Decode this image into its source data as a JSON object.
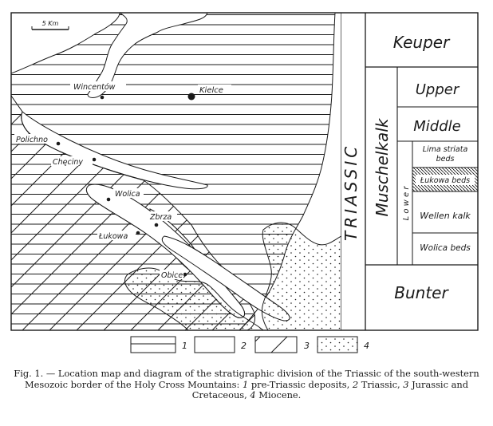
{
  "map": {
    "scale_bar": "5 Km",
    "localities": [
      {
        "name": "Kielce"
      },
      {
        "name": "Wincentów"
      },
      {
        "name": "Polichno"
      },
      {
        "name": "Chęciny"
      },
      {
        "name": "Wolica"
      },
      {
        "name": "Zbrza"
      },
      {
        "name": "Łukowa"
      },
      {
        "name": "Obice"
      }
    ]
  },
  "stratigraphy": {
    "system": "TRIASSIC",
    "units": [
      {
        "name": "Keuper"
      },
      {
        "name": "Muschelkalk",
        "subunits": [
          {
            "name": "Upper"
          },
          {
            "name": "Middle"
          },
          {
            "name": "Lower",
            "display": "L o w e r",
            "beds": [
              {
                "name": "Lima striata beds",
                "line1": "Lima striata",
                "line2": "beds"
              },
              {
                "name": "Łukowa beds"
              },
              {
                "name": "Wellenkalk",
                "display": "Wellen kalk"
              },
              {
                "name": "Wolica beds"
              }
            ]
          }
        ]
      },
      {
        "name": "Bunter"
      }
    ]
  },
  "legend": {
    "items": [
      {
        "num": "1",
        "pattern": "horizontal-lines"
      },
      {
        "num": "2",
        "pattern": "blank"
      },
      {
        "num": "3",
        "pattern": "diagonal-lines"
      },
      {
        "num": "4",
        "pattern": "dots"
      }
    ]
  },
  "caption": {
    "prefix": "Fig. 1. — Location map and diagram of the stratigraphic division of the Triassic of the south-western Mesozoic border of the Holy Cross Mountains:",
    "n1": "1",
    "t1": "pre-Triassic deposits,",
    "n2": "2",
    "t2": "Triassic,",
    "n3": "3",
    "t3": "Jurassic and Cretaceous,",
    "n4": "4",
    "t4": "Miocene."
  }
}
